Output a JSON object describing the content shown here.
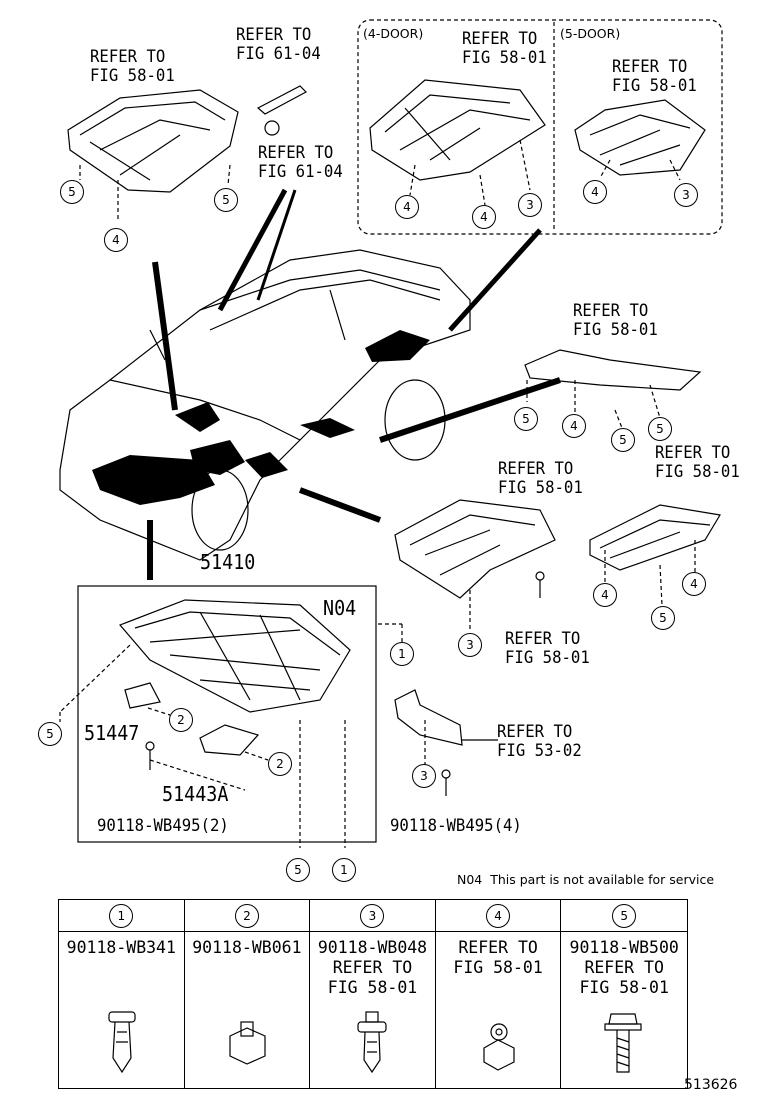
{
  "labels": {
    "refer_58_top_left": "REFER TO\nFIG 58-01",
    "refer_61_top": "REFER TO\nFIG 61-04",
    "refer_61_mid": "REFER TO\nFIG 61-04",
    "four_door": "(4-DOOR)",
    "five_door": "(5-DOOR)",
    "refer_58_4door": "REFER TO\nFIG 58-01",
    "refer_58_5door": "REFER TO\nFIG 58-01",
    "refer_58_right_mid": "REFER TO\nFIG 58-01",
    "refer_58_center_right": "REFER TO\nFIG 58-01",
    "refer_58_far_right": "REFER TO\nFIG 58-01",
    "refer_58_below_center": "REFER TO\nFIG 58-01",
    "refer_53": "REFER TO\nFIG 53-02",
    "part_51410": "51410",
    "part_n04": "N04",
    "part_51447": "51447",
    "part_51443a": "51443A",
    "bolt_left": "90118-WB495(2)",
    "bolt_right": "90118-WB495(4)",
    "note": "N04  This part is not available for service",
    "diagram_id": "513626"
  },
  "callouts": {
    "c1": "5",
    "c2": "5",
    "c3": "4",
    "c4": "4",
    "c5": "4",
    "c6": "3",
    "c7": "4",
    "c8": "3",
    "c9": "5",
    "c10": "4",
    "c11": "5",
    "c12": "5",
    "c13": "3",
    "c14": "4",
    "c15": "5",
    "c16": "4",
    "c17": "1",
    "c18": "5",
    "c19": "2",
    "c20": "2",
    "c21": "3",
    "c22": "5",
    "c23": "1"
  },
  "legend": [
    {
      "num": "1",
      "part": "90118-WB341",
      "icon": "clip-icon"
    },
    {
      "num": "2",
      "part": "90118-WB061",
      "icon": "nut-clip-icon"
    },
    {
      "num": "3",
      "part": "90118-WB048\nREFER TO\nFIG 58-01",
      "icon": "clip-icon"
    },
    {
      "num": "4",
      "part": "REFER TO\nFIG 58-01",
      "icon": "nut-icon"
    },
    {
      "num": "5",
      "part": "90118-WB500\nREFER TO\nFIG 58-01",
      "icon": "bolt-icon"
    }
  ]
}
